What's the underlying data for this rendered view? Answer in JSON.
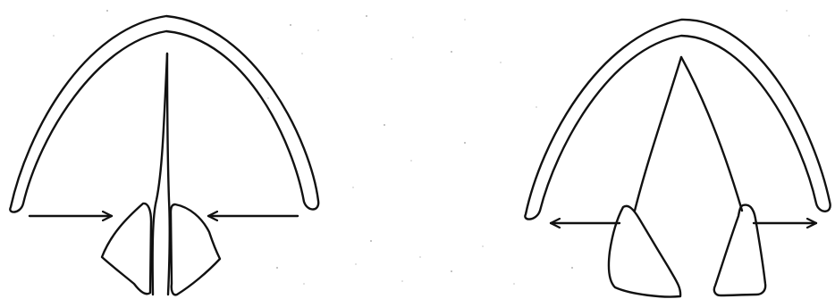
{
  "colors": {
    "ink": "#111111",
    "background": "#ffffff",
    "speck": "#9a9a9a"
  },
  "panels": [
    {
      "id": "left",
      "depicts": "arch-with-converging-plates",
      "arrow_direction": "inward"
    },
    {
      "id": "right",
      "depicts": "arch-with-diverging-plates",
      "arrow_direction": "outward"
    }
  ]
}
